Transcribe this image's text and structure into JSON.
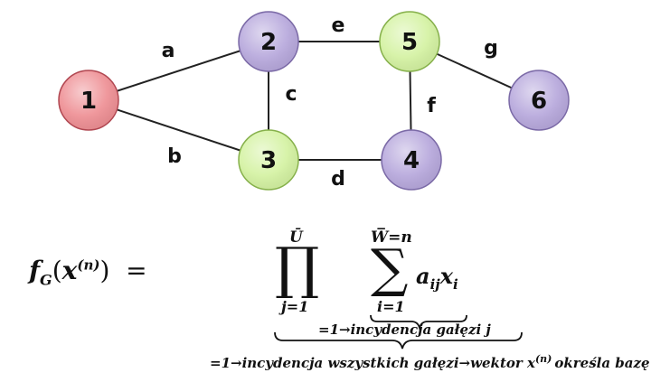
{
  "graph": {
    "nodes": [
      {
        "id": "1",
        "label": "1",
        "fill": "#ee8f94",
        "stroke": "#b04852"
      },
      {
        "id": "2",
        "label": "2",
        "fill": "#b7a8dc",
        "stroke": "#7b6aa6"
      },
      {
        "id": "3",
        "label": "3",
        "fill": "#d4f2a2",
        "stroke": "#86b04c"
      },
      {
        "id": "4",
        "label": "4",
        "fill": "#b7a8dc",
        "stroke": "#7b6aa6"
      },
      {
        "id": "5",
        "label": "5",
        "fill": "#d4f2a2",
        "stroke": "#86b04c"
      },
      {
        "id": "6",
        "label": "6",
        "fill": "#b7a8dc",
        "stroke": "#7b6aa6"
      }
    ],
    "edges": [
      {
        "label": "a",
        "from": "1",
        "to": "2"
      },
      {
        "label": "b",
        "from": "1",
        "to": "3"
      },
      {
        "label": "c",
        "from": "2",
        "to": "3"
      },
      {
        "label": "d",
        "from": "3",
        "to": "4"
      },
      {
        "label": "e",
        "from": "2",
        "to": "5"
      },
      {
        "label": "f",
        "from": "5",
        "to": "4"
      },
      {
        "label": "g",
        "from": "5",
        "to": "6"
      }
    ]
  },
  "formula": {
    "f": "f",
    "sub_g": "G",
    "x": "x",
    "n": "(n)",
    "equals": "=",
    "prod_upper": "Ū",
    "prod_lower": "j=1",
    "sum_upper": "W̅=n",
    "sum_lower": "i=1",
    "term_a": "a",
    "term_ij": "ij",
    "term_x": "x",
    "term_i": "i",
    "brace1_text": "=1→incydencja gałęzi j",
    "brace2_text_a": "=1→incydencja wszystkich gałęzi→wektor x",
    "brace2_sup": "(n)",
    "brace2_text_b": "określa bazę"
  }
}
